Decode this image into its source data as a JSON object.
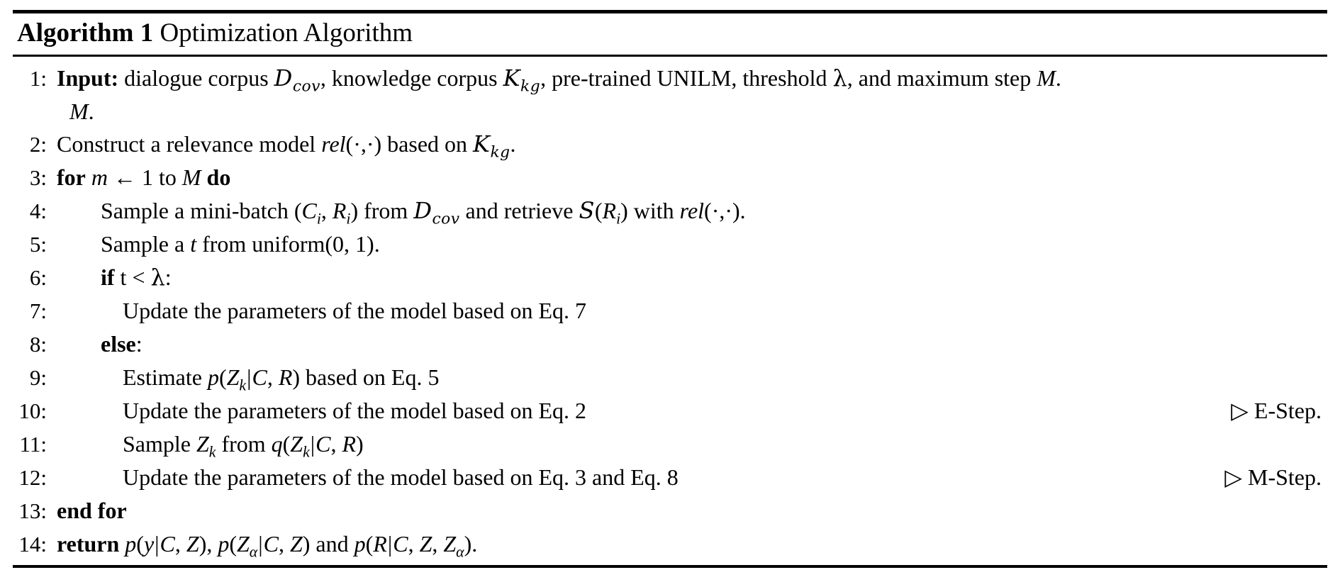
{
  "algorithm": {
    "label": "Algorithm 1",
    "caption": "Optimization Algorithm",
    "lines": [
      {
        "number": "1:",
        "indent": "ind0",
        "text": "Input: dialogue corpus D_cov, knowledge corpus K_kg, pre-trained UNILM, threshold λ, and maximum step M.",
        "keyword": "Input:",
        "continuation": "M.",
        "comment": ""
      },
      {
        "number": "2:",
        "indent": "ind0",
        "text": "Construct a relevance model rel(·,·) based on K_kg.",
        "keyword": "",
        "comment": ""
      },
      {
        "number": "3:",
        "indent": "ind0",
        "text": "for m ← 1 to M do",
        "keyword": "for ... do",
        "comment": ""
      },
      {
        "number": "4:",
        "indent": "ind1",
        "text": "Sample a mini-batch (C_i, R_i) from D_cov and retrieve S(R_i) with rel(·,·).",
        "keyword": "",
        "comment": ""
      },
      {
        "number": "5:",
        "indent": "ind1",
        "text": "Sample a t from uniform(0, 1).",
        "keyword": "",
        "comment": ""
      },
      {
        "number": "6:",
        "indent": "ind2",
        "text": "if t < λ:",
        "keyword": "if",
        "comment": ""
      },
      {
        "number": "7:",
        "indent": "ind3",
        "text": "Update the parameters of the model based on Eq. 7",
        "keyword": "",
        "comment": ""
      },
      {
        "number": "8:",
        "indent": "ind2",
        "text": "else:",
        "keyword": "else",
        "comment": ""
      },
      {
        "number": "9:",
        "indent": "ind3",
        "text": "Estimate p(Z_k|C, R) based on Eq. 5",
        "keyword": "",
        "comment": ""
      },
      {
        "number": "10:",
        "indent": "ind3",
        "text": "Update the parameters of the model based on Eq. 2",
        "keyword": "",
        "comment": "▷ E-Step."
      },
      {
        "number": "11:",
        "indent": "ind3",
        "text": "Sample Z_k from q(Z_k|C, R)",
        "keyword": "",
        "comment": ""
      },
      {
        "number": "12:",
        "indent": "ind3",
        "text": "Update the parameters of the model based on Eq. 3 and Eq. 8",
        "keyword": "",
        "comment": "▷ M-Step."
      },
      {
        "number": "13:",
        "indent": "ind0",
        "text": "end for",
        "keyword": "end for",
        "comment": ""
      },
      {
        "number": "14:",
        "indent": "ind0",
        "text": "return p(y|C, Z), p(Z_α|C, Z) and p(R|C, Z, Z_α).",
        "keyword": "return",
        "comment": ""
      }
    ],
    "comments": {
      "e_step": "▷ E-Step.",
      "m_step": "▷ M-Step."
    },
    "symbols": {
      "dialogue_corpus": "D_cov",
      "knowledge_corpus": "K_kg",
      "model": "UNILM",
      "threshold": "λ",
      "max_step": "M",
      "relevance_model": "rel(·,·)",
      "triangle_marker": "▷",
      "left_arrow": "←"
    },
    "numbers": {
      "n1": "1:",
      "n2": "2:",
      "n3": "3:",
      "n4": "4:",
      "n5": "5:",
      "n6": "6:",
      "n7": "7:",
      "n8": "8:",
      "n9": "9:",
      "n10": "10:",
      "n11": "11:",
      "n12": "12:",
      "n13": "13:",
      "n14": "14:"
    },
    "pieces": {
      "l1_kw": "Input:",
      "l1_a": "dialogue corpus",
      "l1_b": ", knowledge corpus",
      "l1_c": ", pre-trained UNILM, threshold",
      "l1_d": ", and maximum step",
      "l1_cont": ".",
      "l2_a": "Construct a relevance model",
      "l2_b": "based on",
      "l2_c": ".",
      "l3_for": "for",
      "l3_to": "to",
      "l3_do": "do",
      "l3_one": "1",
      "l4_a": "Sample a mini-batch",
      "l4_b": "from",
      "l4_c": "and retrieve",
      "l4_d": "with",
      "l4_e": ".",
      "l5_a": "Sample a",
      "l5_b": "from uniform(0, 1).",
      "l6_if": "if",
      "l6_rest": "t <",
      "l6_colon": ":",
      "l7": "Update the parameters of the model based on Eq. 7",
      "l8_else": "else",
      "l8_colon": ":",
      "l9_a": "Estimate",
      "l9_b": "based on Eq. 5",
      "l10": "Update the parameters of the model based on Eq. 2",
      "l11_a": "Sample",
      "l11_b": "from",
      "l12": "Update the parameters of the model based on Eq. 3 and Eq. 8",
      "l13": "end for",
      "l14_kw": "return",
      "l14_and": "and",
      "l14_end": "."
    }
  }
}
